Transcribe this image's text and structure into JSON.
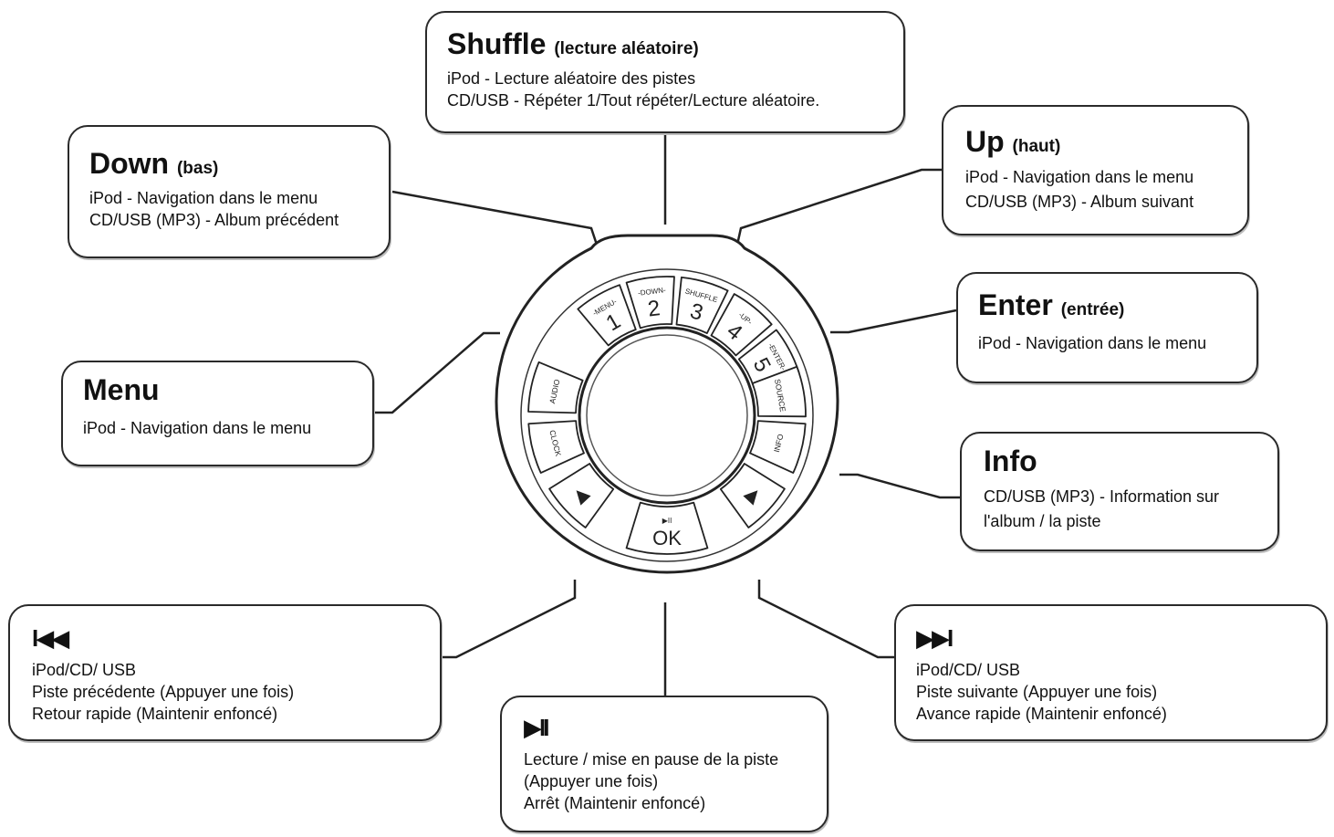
{
  "boxes": {
    "shuffle": {
      "title": "Shuffle",
      "sub": "(lecture aléatoire)",
      "lines": [
        "iPod - Lecture aléatoire des pistes",
        "CD/USB - Répéter 1/Tout répéter/Lecture aléatoire."
      ]
    },
    "down": {
      "title": "Down",
      "sub": "(bas)",
      "lines": [
        "iPod - Navigation dans le menu",
        "CD/USB (MP3) - Album précédent"
      ]
    },
    "up": {
      "title": "Up",
      "sub": "(haut)",
      "lines": [
        "iPod - Navigation dans le menu",
        "CD/USB (MP3) - Album suivant"
      ]
    },
    "enter": {
      "title": "Enter",
      "sub": "(entrée)",
      "lines": [
        "iPod - Navigation dans le menu"
      ]
    },
    "menu": {
      "title": "Menu",
      "lines": [
        "iPod - Navigation dans le menu"
      ]
    },
    "info": {
      "title": "Info",
      "lines": [
        "CD/USB (MP3) - Information sur",
        "l'album / la piste"
      ]
    },
    "prev": {
      "symbol": "I◀◀",
      "lines": [
        "iPod/CD/ USB",
        "Piste précédente (Appuyer une fois)",
        "Retour rapide (Maintenir enfoncé)"
      ]
    },
    "next": {
      "symbol": "▶▶I",
      "lines": [
        "iPod/CD/ USB",
        "Piste suivante (Appuyer une fois)",
        "Avance rapide (Maintenir enfoncé)"
      ]
    },
    "play": {
      "symbol": "▶II",
      "lines": [
        "Lecture / mise en pause de la piste",
        "(Appuyer une fois)",
        "Arrêt (Maintenir enfoncé)"
      ]
    }
  },
  "remote": {
    "keys": {
      "menu": "-MENU-",
      "one": "1",
      "down": "-DOWN-",
      "two": "2",
      "shuffle": "SHUFFLE",
      "three": "3",
      "up": "-UP-",
      "four": "4",
      "enter": "-ENTER-",
      "five": "5",
      "audio": "AUDIO",
      "source": "SOURCE",
      "clock": "CLOCK",
      "info": "INFO",
      "playpause": "▶II",
      "ok": "OK"
    }
  }
}
